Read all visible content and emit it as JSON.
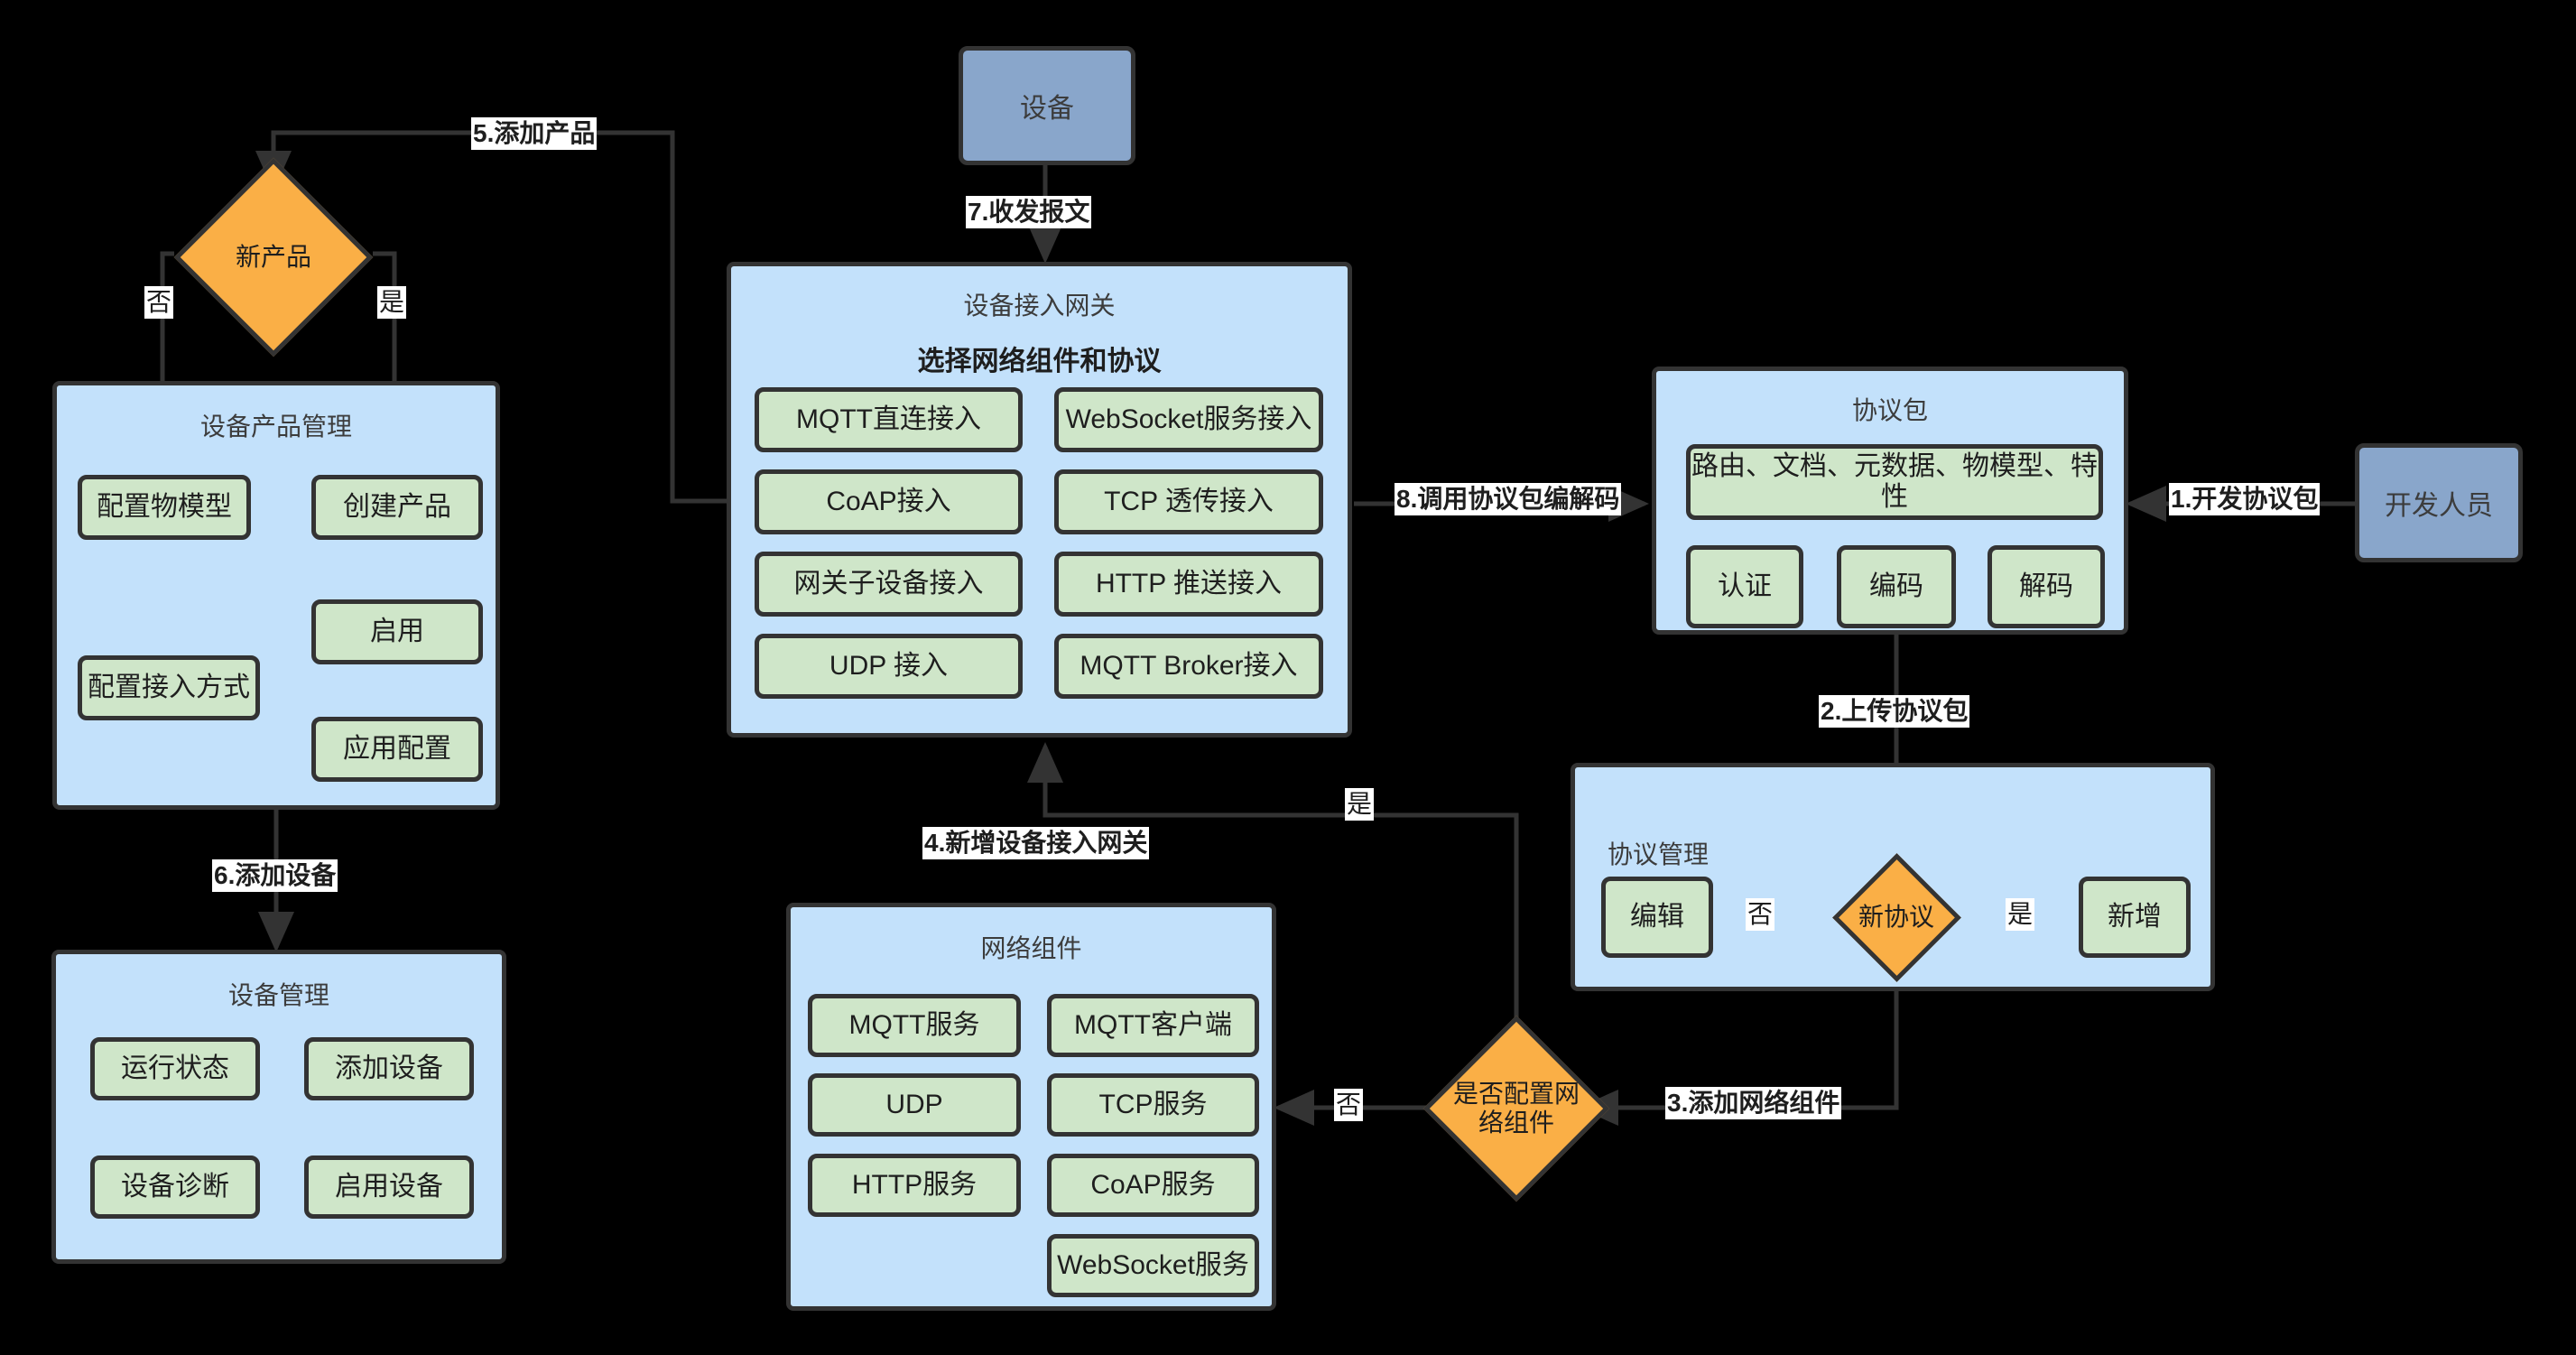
{
  "diagram": {
    "title": "IoT Device Access Platform Flow",
    "colors": {
      "panel_fill": "#c3e1fb",
      "node_fill": "#cfe6c9",
      "actor_fill": "#89a6cb",
      "decision_fill": "#faaf46",
      "stroke": "#333333",
      "background": "#000000"
    }
  },
  "actors": {
    "device": "设备",
    "developer": "开发人员"
  },
  "device_product_management": {
    "title": "设备产品管理",
    "nodes": [
      {
        "label": "配置物模型"
      },
      {
        "label": "创建产品"
      },
      {
        "label": "配置接入方式"
      },
      {
        "label": "启用"
      },
      {
        "label": "应用配置"
      }
    ]
  },
  "device_management": {
    "title": "设备管理",
    "nodes": [
      {
        "label": "运行状态"
      },
      {
        "label": "添加设备"
      },
      {
        "label": "设备诊断"
      },
      {
        "label": "启用设备"
      }
    ]
  },
  "device_access_gateway": {
    "title": "设备接入网关",
    "subtitle": "选择网络组件和协议",
    "nodes": [
      {
        "label": "MQTT直连接入"
      },
      {
        "label": "WebSocket服务接入"
      },
      {
        "label": "CoAP接入"
      },
      {
        "label": "TCP 透传接入"
      },
      {
        "label": "网关子设备接入"
      },
      {
        "label": "HTTP 推送接入"
      },
      {
        "label": "UDP 接入"
      },
      {
        "label": "MQTT Broker接入"
      }
    ]
  },
  "protocol_package": {
    "title": "协议包",
    "nodes": [
      {
        "label": "路由、文档、元数据、物模型、特性"
      },
      {
        "label": "认证"
      },
      {
        "label": "编码"
      },
      {
        "label": "解码"
      }
    ]
  },
  "protocol_management": {
    "title": "协议管理",
    "nodes": [
      {
        "label": "编辑"
      },
      {
        "label": "新增"
      }
    ]
  },
  "network_components": {
    "title": "网络组件",
    "nodes": [
      {
        "label": "MQTT服务"
      },
      {
        "label": "MQTT客户端"
      },
      {
        "label": "UDP"
      },
      {
        "label": "TCP服务"
      },
      {
        "label": "HTTP服务"
      },
      {
        "label": "CoAP服务"
      },
      {
        "label": "WebSocket服务"
      }
    ]
  },
  "decisions": {
    "new_product": "新产品",
    "new_protocol": "新协议",
    "configure_network_components": "是否配置网\n络组件"
  },
  "edge_labels": {
    "step1": "1.开发协议包",
    "step2": "2.上传协议包",
    "step3": "3.添加网络组件",
    "step4": "4.新增设备接入网关",
    "step5": "5.添加产品",
    "step6": "6.添加设备",
    "step7": "7.收发报文",
    "step8": "8.调用协议包编解码",
    "yes_new_product": "是",
    "no_new_product": "否",
    "yes_new_protocol": "是",
    "no_new_protocol": "否",
    "yes_network": "是",
    "no_network": "否"
  }
}
